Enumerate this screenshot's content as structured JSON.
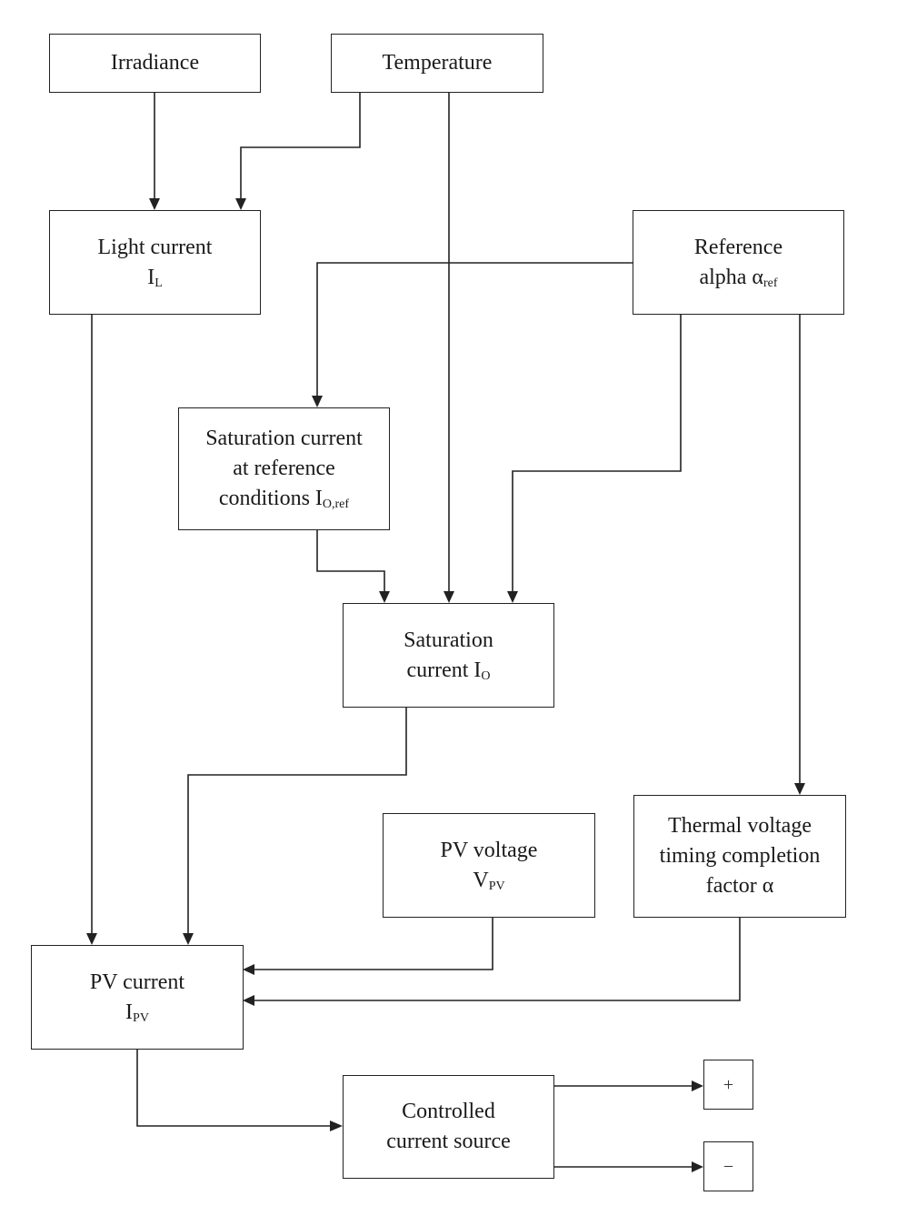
{
  "nodes": {
    "irradiance": {
      "line1": "Irradiance"
    },
    "temperature": {
      "line1": "Temperature"
    },
    "light_current": {
      "line1": "Light current",
      "symbol": "I",
      "sub": "L"
    },
    "reference_alpha": {
      "line1": "Reference",
      "line2": "alpha α",
      "sub": "ref"
    },
    "sat_ref": {
      "line1": "Saturation current",
      "line2": "at reference",
      "line3": "conditions I",
      "sub": "O,ref"
    },
    "sat_current": {
      "line1": "Saturation",
      "line2": "current I",
      "sub": "O"
    },
    "pv_voltage": {
      "line1": "PV voltage",
      "symbol": "V",
      "sub": "PV"
    },
    "thermal_voltage": {
      "line1": "Thermal voltage",
      "line2": "timing completion",
      "line3": "factor α"
    },
    "pv_current": {
      "line1": "PV current",
      "symbol": "I",
      "sub": "PV"
    },
    "controlled_source": {
      "line1": "Controlled",
      "line2": "current source"
    },
    "plus_terminal": {
      "label": "+"
    },
    "minus_terminal": {
      "label": "−"
    }
  },
  "edges": [
    {
      "from": "irradiance",
      "to": "light_current"
    },
    {
      "from": "temperature",
      "to": "light_current"
    },
    {
      "from": "temperature",
      "to": "sat_current"
    },
    {
      "from": "reference_alpha",
      "to": "sat_ref"
    },
    {
      "from": "reference_alpha",
      "to": "sat_current"
    },
    {
      "from": "reference_alpha",
      "to": "thermal_voltage"
    },
    {
      "from": "sat_ref",
      "to": "sat_current"
    },
    {
      "from": "light_current",
      "to": "pv_current"
    },
    {
      "from": "sat_current",
      "to": "pv_current"
    },
    {
      "from": "pv_voltage",
      "to": "pv_current"
    },
    {
      "from": "thermal_voltage",
      "to": "pv_current"
    },
    {
      "from": "pv_current",
      "to": "controlled_source"
    },
    {
      "from": "controlled_source",
      "to": "plus_terminal"
    },
    {
      "from": "controlled_source",
      "to": "minus_terminal"
    }
  ],
  "colors": {
    "stroke": "#222222",
    "background": "#ffffff"
  }
}
